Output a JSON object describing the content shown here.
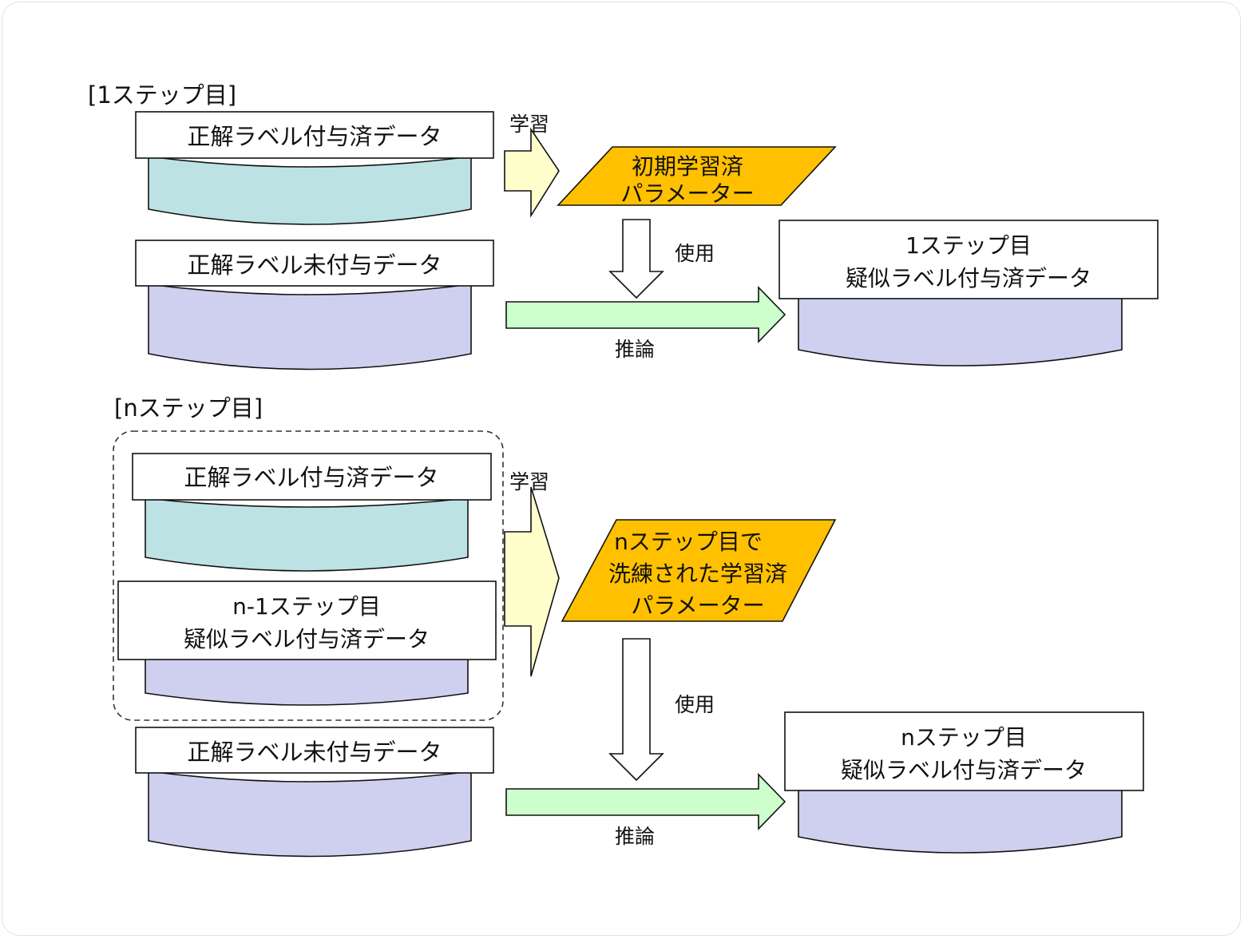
{
  "colors": {
    "labeled_cylinder": "#bde2e3",
    "unlabeled_cylinder": "#cfcff0",
    "learn_arrow": "#ffffcc",
    "infer_arrow": "#ccffcc",
    "parameter_shape": "#ffc000",
    "outline": "#111111"
  },
  "step1": {
    "heading": "[1ステップ目]",
    "labeled_data": "正解ラベル付与済データ",
    "unlabeled_data": "正解ラベル未付与データ",
    "learn_label": "学習",
    "parameters": [
      "初期学習済",
      "パラメーター"
    ],
    "use_label": "使用",
    "infer_label": "推論",
    "output_data": [
      "1ステップ目",
      "疑似ラベル付与済データ"
    ]
  },
  "stepn": {
    "heading": "[nステップ目]",
    "labeled_data": "正解ラベル付与済データ",
    "previous_pseudo_data": [
      "n-1ステップ目",
      "疑似ラベル付与済データ"
    ],
    "unlabeled_data": "正解ラベル未付与データ",
    "learn_label": "学習",
    "parameters": [
      "nステップ目で",
      "洗練された学習済",
      "パラメーター"
    ],
    "use_label": "使用",
    "infer_label": "推論",
    "output_data": [
      "nステップ目",
      "疑似ラベル付与済データ"
    ]
  }
}
